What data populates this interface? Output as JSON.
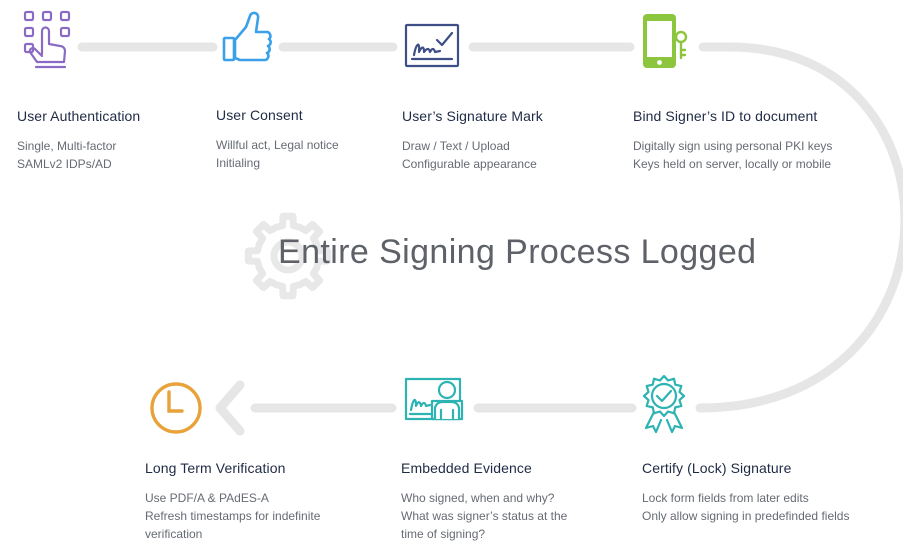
{
  "center_title": "Entire Signing Process Logged",
  "colors": {
    "track": "#e6e6e6",
    "purple": "#8a6bc4",
    "blue": "#3aa0ea",
    "navy": "#3d4f86",
    "green": "#8cc63f",
    "orange": "#e8a23a",
    "teal": "#2eb3b3",
    "gear": "#e8e8e8"
  },
  "steps": [
    {
      "id": "user-authentication",
      "title": "User Authentication",
      "lines": [
        "Single, Multi-factor",
        "SAMLv2 IDPs/AD"
      ],
      "icon": "touch-keypad-icon"
    },
    {
      "id": "user-consent",
      "title": "User Consent",
      "lines": [
        "Willful act, Legal notice",
        "Initialing"
      ],
      "icon": "thumbs-up-icon"
    },
    {
      "id": "signature-mark",
      "title": "User’s Signature Mark",
      "lines": [
        "Draw / Text / Upload",
        "Configurable appearance"
      ],
      "icon": "signature-check-icon"
    },
    {
      "id": "bind-signer-id",
      "title": "Bind Signer’s ID to document",
      "lines": [
        "Digitally sign using personal PKI keys",
        "Keys held on server, locally or mobile"
      ],
      "icon": "phone-key-icon"
    },
    {
      "id": "certify-signature",
      "title": "Certify (Lock) Signature",
      "lines": [
        "Lock form fields from later edits",
        "Only allow signing in predefinded fields"
      ],
      "icon": "certified-badge-icon"
    },
    {
      "id": "embedded-evidence",
      "title": "Embedded Evidence",
      "lines": [
        "Who signed, when and why?",
        "What was signer’s status at the",
        "time of signing?"
      ],
      "icon": "signer-evidence-icon"
    },
    {
      "id": "long-term-verification",
      "title": "Long Term Verification",
      "lines": [
        "Use PDF/A & PAdES-A",
        "Refresh timestamps for indefinite",
        "verification"
      ],
      "icon": "clock-icon"
    }
  ]
}
